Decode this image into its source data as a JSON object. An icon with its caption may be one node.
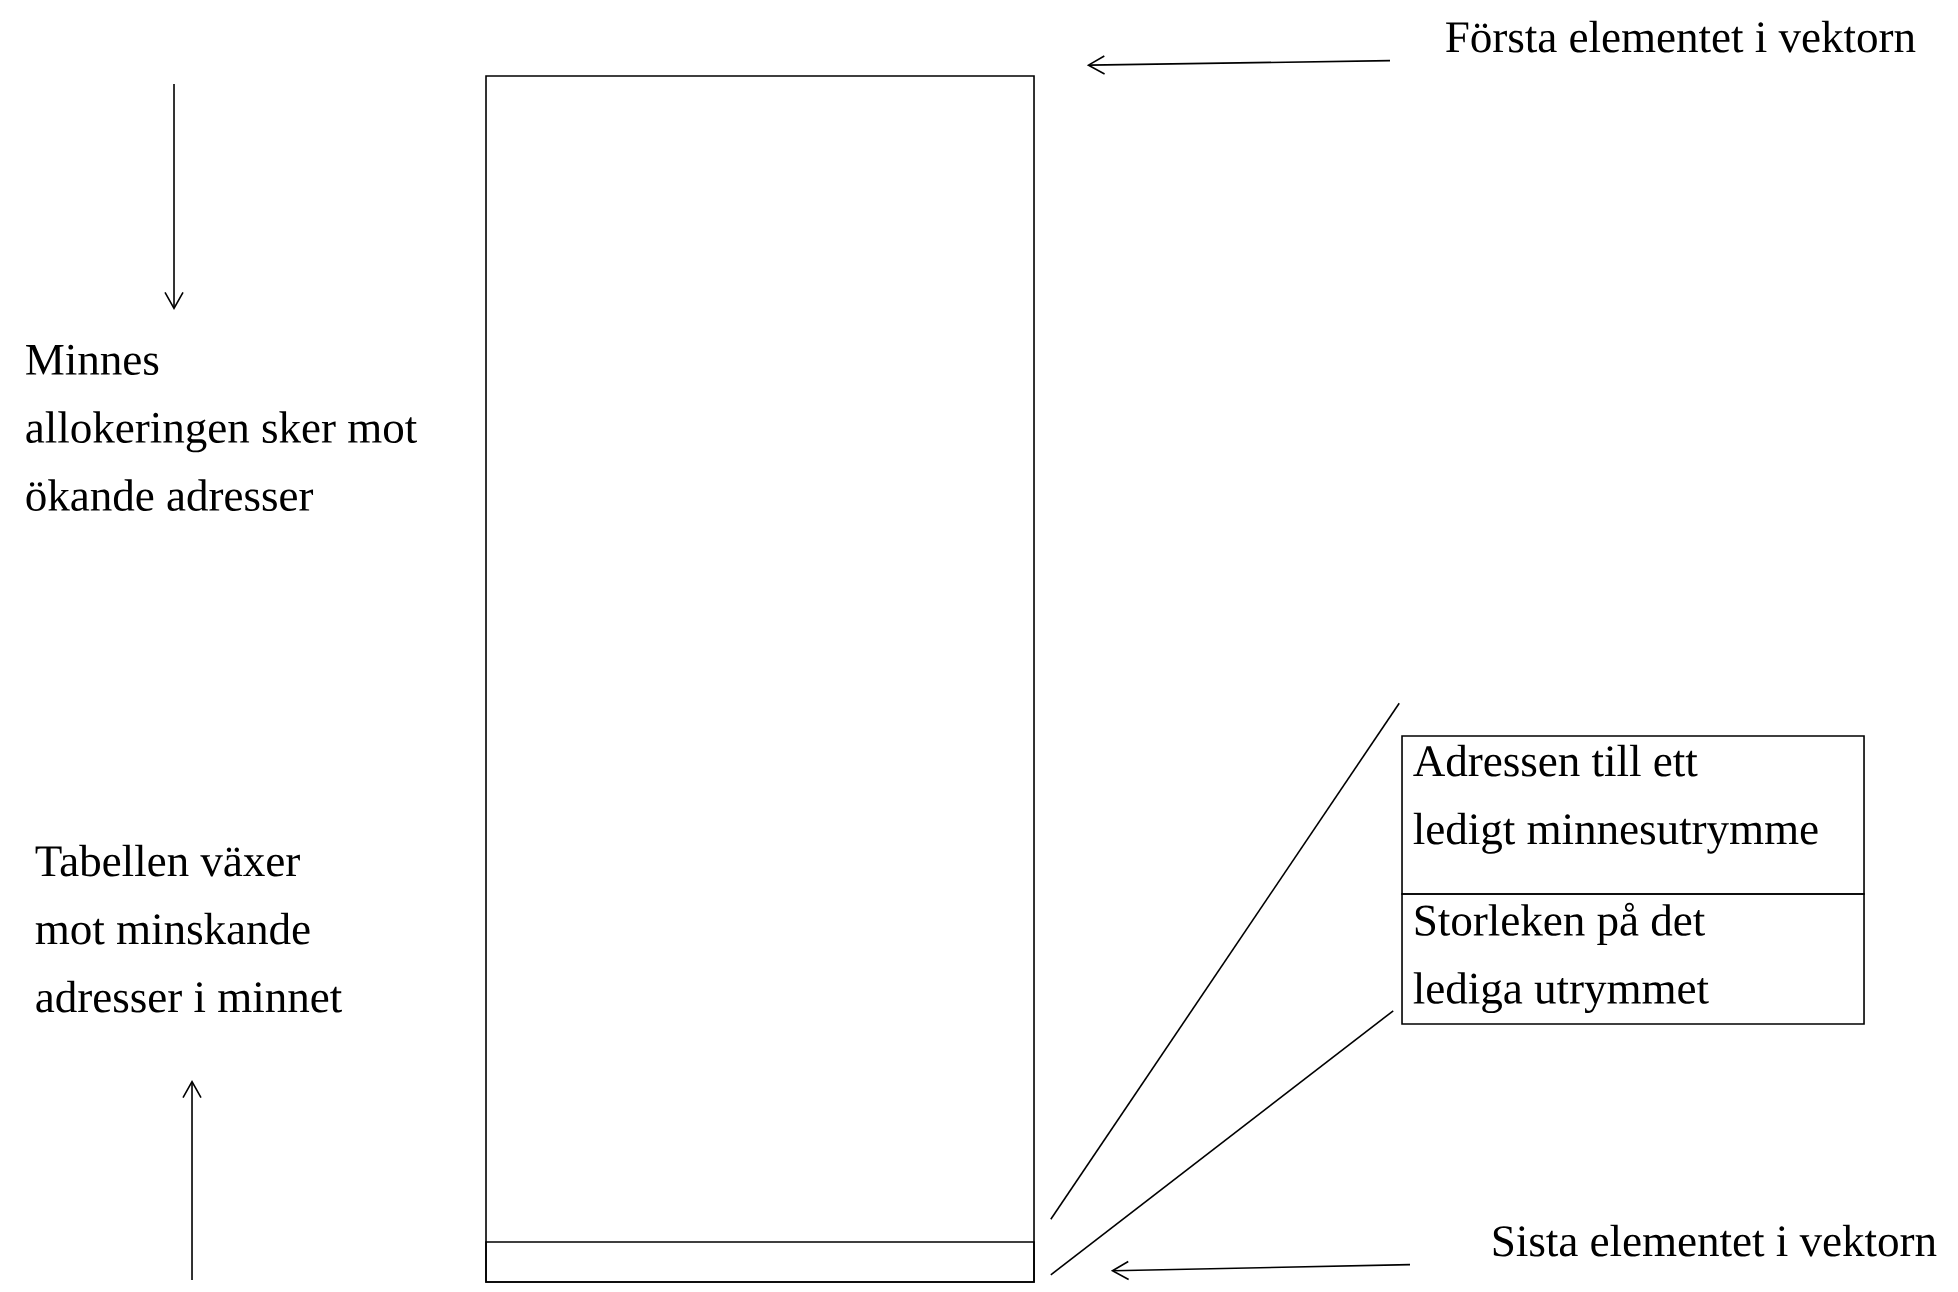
{
  "diagram": {
    "nodes": [
      {
        "text": [],
        "shape": "box"
      },
      {
        "text": [],
        "shape": "box",
        "in": 0
      },
      {
        "text": [
          "Första elementet i vektorn"
        ]
      },
      {
        "text": [
          "Sista elementet i vektorn"
        ]
      },
      {
        "text": [
          "Adressen till ett ledigt minnesutrymme",
          "Storleken på det lediga utrymmet"
        ]
      }
    ],
    "edges": [
      {
        "from": 2,
        "to": 0,
        "arrow": "to"
      },
      {
        "from": 3,
        "to": 1,
        "arrow": "to"
      },
      {
        "from": 1,
        "to": 4,
        "arrow": "none"
      },
      {
        "from": 1,
        "to": 4,
        "arrow": "none"
      }
    ],
    "labels": [
      "Minnes allokeringen sker mot ökande adresser",
      "Tabellen växer mot minskande adresser i minnet"
    ]
  }
}
